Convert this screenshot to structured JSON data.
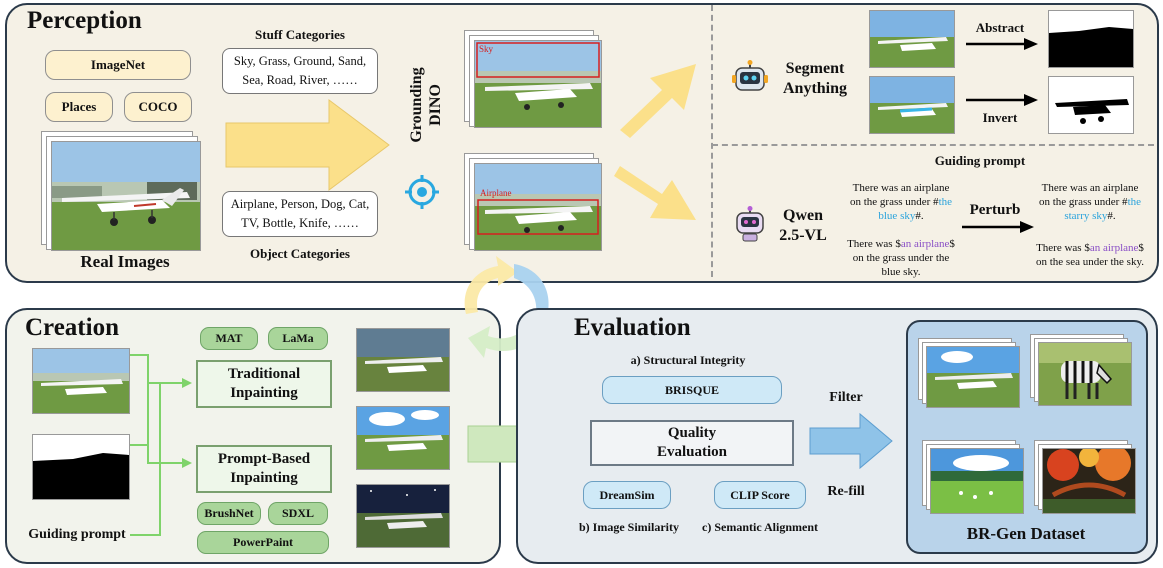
{
  "perception": {
    "title": "Perception",
    "pills": [
      "ImageNet",
      "Places",
      "COCO"
    ],
    "real_images_label": "Real Images",
    "stuff": {
      "heading": "Stuff Categories",
      "line1": "Sky, Grass, Ground, Sand,",
      "line2": "Sea, Road, River, ……"
    },
    "object": {
      "heading": "Object Categories",
      "line1": "Airplane, Person, Dog, Cat,",
      "line2": "TV, Bottle, Knife, ……"
    },
    "grounding_line1": "Grounding",
    "grounding_line2": "DINO",
    "det_label_sky": "Sky",
    "det_label_airplane": "Airplane",
    "sam": {
      "name_line1": "Segment",
      "name_line2": "Anything",
      "abstract": "Abstract",
      "invert": "Invert"
    },
    "qwen": {
      "name_line1": "Qwen",
      "name_line2": "2.5-VL",
      "guiding_prompt": "Guiding prompt",
      "perturb": "Perturb",
      "p1_a": "There was an airplane",
      "p1_b": "on the grass under #",
      "p1_hl": "the",
      "p1_c": "blue sky",
      "p1_d": "#.",
      "p2_a": "There was $",
      "p2_hl": "an airplane",
      "p2_b": "$",
      "p2_c": "on the grass under the",
      "p2_d": "blue sky.",
      "q1_a": "There was an airplane",
      "q1_b": "on the grass under #",
      "q1_hl": "the",
      "q1_c": "starry sky",
      "q1_d": "#.",
      "q2_a": "There was $",
      "q2_hl": "an airplane",
      "q2_b": "$",
      "q2_c": "on the sea under the sky."
    }
  },
  "creation": {
    "title": "Creation",
    "guiding_prompt": "Guiding prompt",
    "traditional": "Traditional Inpainting",
    "traditional_l1": "Traditional",
    "traditional_l2": "Inpainting",
    "prompt_l1": "Prompt-Based",
    "prompt_l2": "Inpainting",
    "tags_top": [
      "MAT",
      "LaMa"
    ],
    "tags_bottom": [
      "BrushNet",
      "SDXL",
      "PowerPaint"
    ]
  },
  "evaluation": {
    "title": "Evaluation",
    "a": "a) Structural Integrity",
    "brisque": "BRISQUE",
    "quality_l1": "Quality",
    "quality_l2": "Evaluation",
    "dreamsim": "DreamSim",
    "clip": "CLIP Score",
    "b": "b) Image Similarity",
    "c": "c) Semantic Alignment",
    "filter": "Filter",
    "refill": "Re-fill",
    "dataset": "BR-Gen Dataset"
  },
  "colors": {
    "perception_bg": "#f5f1e6",
    "creation_bg": "#f2f3ec",
    "evaluation_bg": "#e7ecf0",
    "dataset_bg": "#b9d3ea",
    "yellow_arrow": "#fbe08a",
    "green_arrow": "#cfe8be",
    "blue_arrow": "#8fc3e8",
    "line_green": "#7fd36a",
    "highlight_blue": "#2aa3dc",
    "highlight_purple": "#8a4fc6"
  }
}
